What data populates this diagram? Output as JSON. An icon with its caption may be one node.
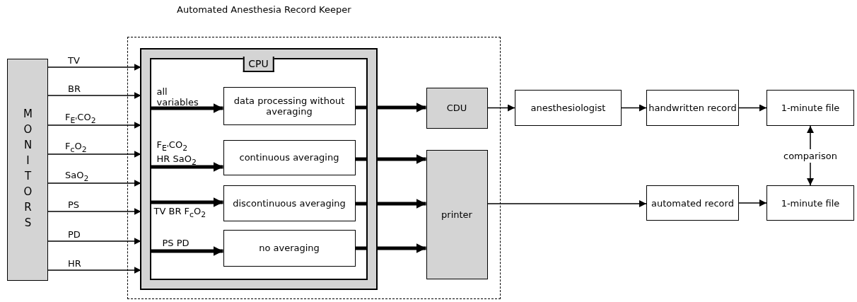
{
  "diagram": {
    "title": "Automated Anesthesia Record Keeper",
    "nodes": [
      {
        "text": [
          "MONITORS"
        ]
      },
      {
        "text": [],
        "shape": "box"
      },
      {
        "text": [
          "CPU"
        ],
        "in": 1
      },
      {
        "text": [
          "data processing without averaging"
        ],
        "in": 2
      },
      {
        "text": [
          "continuous averaging"
        ],
        "in": 2
      },
      {
        "text": [
          "discontinuous averaging"
        ],
        "in": 2
      },
      {
        "text": [
          "no averaging"
        ],
        "in": 2
      },
      {
        "text": [
          "CDU"
        ],
        "in": 1
      },
      {
        "text": [
          "printer"
        ],
        "in": 1
      },
      {
        "text": [
          "anesthesiologist"
        ]
      },
      {
        "text": [
          "handwritten record"
        ]
      },
      {
        "text": [
          "1-minute file"
        ]
      },
      {
        "text": [
          "automated record"
        ]
      },
      {
        "text": [
          "1-minute file"
        ]
      }
    ],
    "edges": [
      {
        "from": 0,
        "to": 2,
        "arrow": "to",
        "label": "TV"
      },
      {
        "from": 0,
        "to": 2,
        "arrow": "to",
        "label": "BR"
      },
      {
        "from": 0,
        "to": 2,
        "arrow": "to",
        "label": "F$_{E'}$CO$_{2}$"
      },
      {
        "from": 0,
        "to": 2,
        "arrow": "to",
        "label": "F$_{c}$O$_{2}$"
      },
      {
        "from": 0,
        "to": 2,
        "arrow": "to",
        "label": "SaO$_{2}$"
      },
      {
        "from": 0,
        "to": 2,
        "arrow": "to",
        "label": "PS"
      },
      {
        "from": 0,
        "to": 2,
        "arrow": "to",
        "label": "PD"
      },
      {
        "from": 0,
        "to": 2,
        "arrow": "to",
        "label": "HR"
      },
      {
        "from": null,
        "to": 3,
        "arrow": "to",
        "label": "all variables",
        "style": "thick"
      },
      {
        "from": null,
        "to": 4,
        "arrow": "to",
        "label": "F$_{E'}$CO$_{2}$ HR SaO$_{2}$",
        "style": "thick"
      },
      {
        "from": null,
        "to": 5,
        "arrow": "to",
        "label": "TV BR F$_{c}$O$_{2}$",
        "style": "thick"
      },
      {
        "from": null,
        "to": 6,
        "arrow": "to",
        "label": "PS PD",
        "style": "thick"
      },
      {
        "from": 3,
        "to": 7,
        "arrow": "to",
        "style": "thick"
      },
      {
        "from": 4,
        "to": 8,
        "arrow": "to",
        "style": "thick"
      },
      {
        "from": 5,
        "to": 8,
        "arrow": "to",
        "style": "thick"
      },
      {
        "from": 6,
        "to": 8,
        "arrow": "to",
        "style": "thick"
      },
      {
        "from": 7,
        "to": 9,
        "arrow": "to"
      },
      {
        "from": 9,
        "to": 10,
        "arrow": "to"
      },
      {
        "from": 10,
        "to": 11,
        "arrow": "to"
      },
      {
        "from": 8,
        "to": 12,
        "arrow": "to"
      },
      {
        "from": 12,
        "to": 13,
        "arrow": "to"
      },
      {
        "from": 11,
        "to": 13,
        "arrow": "both",
        "label": "comparison"
      }
    ]
  }
}
